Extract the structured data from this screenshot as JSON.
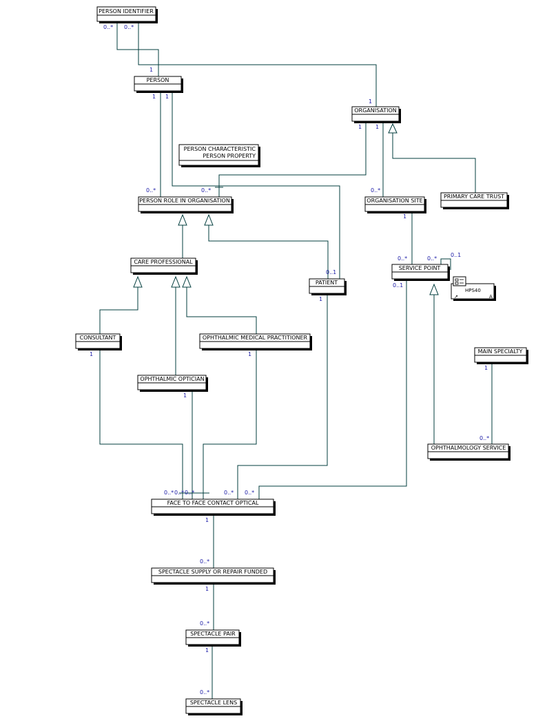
{
  "entities": {
    "person_identifier": "PERSON IDENTIFIER",
    "person": "PERSON",
    "organisation": "ORGANISATION",
    "person_characteristic": "PERSON CHARACTERISTIC",
    "person_property": "PERSON PROPERTY",
    "person_role_in_organisation": "PERSON ROLE IN ORGANISATION",
    "organisation_site": "ORGANISATION SITE",
    "primary_care_trust": "PRIMARY CARE TRUST",
    "care_professional": "CARE PROFESSIONAL",
    "patient": "PATIENT",
    "service_point": "SERVICE POINT",
    "consultant": "CONSULTANT",
    "ophthalmic_medical_practitioner": "OPHTHALMIC MEDICAL PRACTITIONER",
    "main_specialty": "MAIN SPECIALTY",
    "ophthalmic_optician": "OPHTHALMIC OPTICIAN",
    "ophthalmology_service": "OPHTHALMOLOGY SERVICE",
    "face_to_face_contact_optical": "FACE TO FACE CONTACT OPTICAL",
    "spectacle_supply": "SPECTACLE SUPPLY OR REPAIR FUNDED",
    "spectacle_pair": "SPECTACLE PAIR",
    "spectacle_lens": "SPECTACLE LENS"
  },
  "note": {
    "label": "HPS40",
    "corner_left": "↗",
    "corner_right": "A"
  },
  "multiplicities": {
    "pi_a": "0..*",
    "pi_b": "0..*",
    "person_top": "1",
    "org_top": "1",
    "person_b1": "1",
    "person_b2": "1",
    "org_b1": "1",
    "org_b2": "1",
    "prio": "0..*",
    "prio_mid": "0..*",
    "orgsite_top": "0..*",
    "orgsite_bottom": "1",
    "sp_top": "0..*",
    "sp_self": "0..*",
    "sp_self2": "0..1",
    "sp_bottom": "0..1",
    "patient_top": "0..1",
    "patient_bottom": "1",
    "consultant": "1",
    "omp": "1",
    "optician": "1",
    "main_specialty": "1",
    "oph_service": "0..*",
    "f2f_1": "0..*",
    "f2f_2": "0..*",
    "f2f_3": "0..*",
    "f2f_4": "0..*",
    "f2f_5": "0..*",
    "f2f_bottom": "1",
    "supply_top": "0..*",
    "supply_bottom": "1",
    "pair_top": "0..*",
    "pair_bottom": "1",
    "lens_top": "0..*"
  }
}
